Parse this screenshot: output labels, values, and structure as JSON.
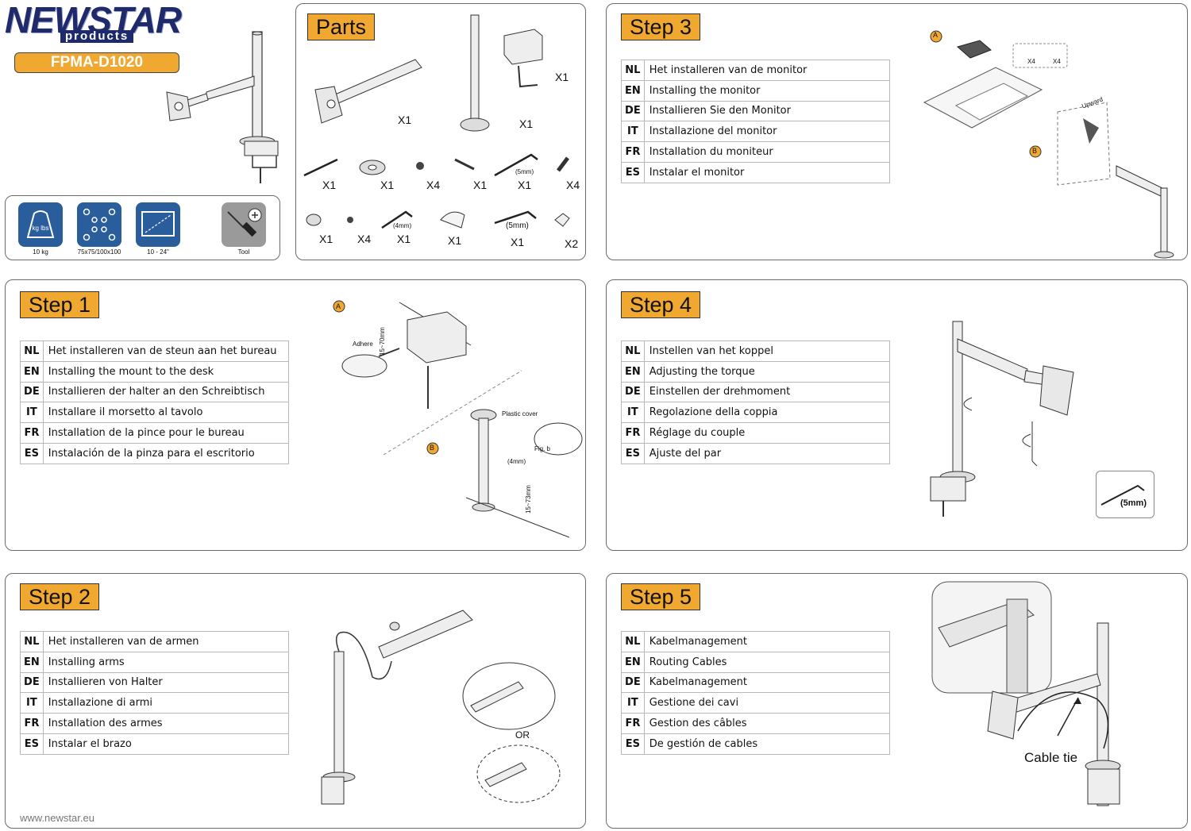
{
  "brand": {
    "name": "NEWSTAR",
    "tagline": "products",
    "model": "FPMA-D1020",
    "website": "www.newstar.eu"
  },
  "specs": [
    {
      "icon": "weight-icon",
      "icon_text": "kg lbs",
      "label": "10 kg"
    },
    {
      "icon": "vesa-pattern-icon",
      "label": "75x75/100x100"
    },
    {
      "icon": "screen-size-icon",
      "label": "10 - 24\""
    },
    {
      "icon": "screwdriver-icon",
      "label": "Tool"
    }
  ],
  "parts": {
    "title": "Parts",
    "row1": [
      "X1",
      "X1",
      "X1"
    ],
    "row2": [
      "X1",
      "X1",
      "X4",
      "X1",
      "X1",
      "X4"
    ],
    "row2_note": "(5mm)",
    "row3": [
      "X1",
      "X4",
      "X1",
      "X1",
      "X1",
      "X2"
    ],
    "row3_notes": [
      "(4mm)",
      "(5mm)"
    ]
  },
  "steps": {
    "step1": {
      "title": "Step 1",
      "rows": [
        {
          "code": "NL",
          "text": "Het installeren van de steun aan het bureau"
        },
        {
          "code": "EN",
          "text": "Installing the mount to the desk"
        },
        {
          "code": "DE",
          "text": "Installieren der halter an den Schreibtisch"
        },
        {
          "code": "IT",
          "text": "Installare il morsetto al tavolo"
        },
        {
          "code": "FR",
          "text": "Installation de la pince pour le bureau"
        },
        {
          "code": "ES",
          "text": "Instalación de la pinza para el escritorio"
        }
      ],
      "fig": {
        "a": "A",
        "b": "B",
        "adhere": "Adhere",
        "plastic_cover": "Plastic cover",
        "fig_b": "Fig. b",
        "tool": "(4mm)",
        "range1": "15~70mm",
        "range2": "15~73mm"
      }
    },
    "step2": {
      "title": "Step 2",
      "rows": [
        {
          "code": "NL",
          "text": "Het installeren van de armen"
        },
        {
          "code": "EN",
          "text": "Installing arms"
        },
        {
          "code": "DE",
          "text": "Installieren von Halter"
        },
        {
          "code": "IT",
          "text": "Installazione di armi"
        },
        {
          "code": "FR",
          "text": "Installation des armes"
        },
        {
          "code": "ES",
          "text": "Instalar el brazo"
        }
      ],
      "fig": {
        "or": "OR"
      }
    },
    "step3": {
      "title": "Step 3",
      "rows": [
        {
          "code": "NL",
          "text": "Het installeren van de monitor"
        },
        {
          "code": "EN",
          "text": "Installing the monitor"
        },
        {
          "code": "DE",
          "text": "Installieren Sie den Monitor"
        },
        {
          "code": "IT",
          "text": "Installazione del monitor"
        },
        {
          "code": "FR",
          "text": "Installation du moniteur"
        },
        {
          "code": "ES",
          "text": "Instalar el monitor"
        }
      ],
      "fig": {
        "a": "A",
        "b": "B",
        "x4a": "X4",
        "x4b": "X4",
        "upward": "Upward"
      }
    },
    "step4": {
      "title": "Step 4",
      "rows": [
        {
          "code": "NL",
          "text": "Instellen van het koppel"
        },
        {
          "code": "EN",
          "text": "Adjusting the torque"
        },
        {
          "code": "DE",
          "text": "Einstellen der drehmoment"
        },
        {
          "code": "IT",
          "text": "Regolazione della coppia"
        },
        {
          "code": "FR",
          "text": "Réglage du couple"
        },
        {
          "code": "ES",
          "text": "Ajuste del par"
        }
      ],
      "fig": {
        "tool": "(5mm)"
      }
    },
    "step5": {
      "title": "Step 5",
      "rows": [
        {
          "code": "NL",
          "text": "Kabelmanagement"
        },
        {
          "code": "EN",
          "text": "Routing Cables"
        },
        {
          "code": "DE",
          "text": "Kabelmanagement"
        },
        {
          "code": "IT",
          "text": "Gestione dei cavi"
        },
        {
          "code": "FR",
          "text": "Gestion des câbles"
        },
        {
          "code": "ES",
          "text": "De gestión de cables"
        }
      ],
      "fig": {
        "cable_tie": "Cable tie"
      }
    }
  },
  "colors": {
    "accent": "#f0a830",
    "icon_blue": "#2a5d9c",
    "brand_navy": "#1f2a6b",
    "border": "#6a6a6a"
  }
}
